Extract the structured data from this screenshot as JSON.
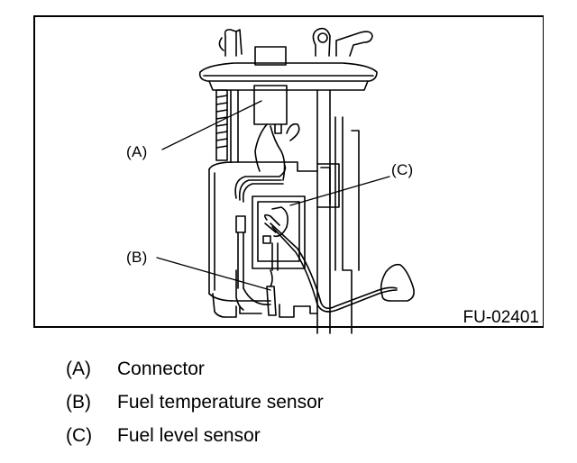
{
  "figure": {
    "id": "FU-02401",
    "subject": "fuel pump assembly",
    "callouts": [
      {
        "key": "A",
        "label": "(A)"
      },
      {
        "key": "B",
        "label": "(B)"
      },
      {
        "key": "C",
        "label": "(C)"
      }
    ]
  },
  "legend": [
    {
      "key": "(A)",
      "text": "Connector"
    },
    {
      "key": "(B)",
      "text": "Fuel temperature sensor"
    },
    {
      "key": "(C)",
      "text": "Fuel level sensor"
    }
  ]
}
